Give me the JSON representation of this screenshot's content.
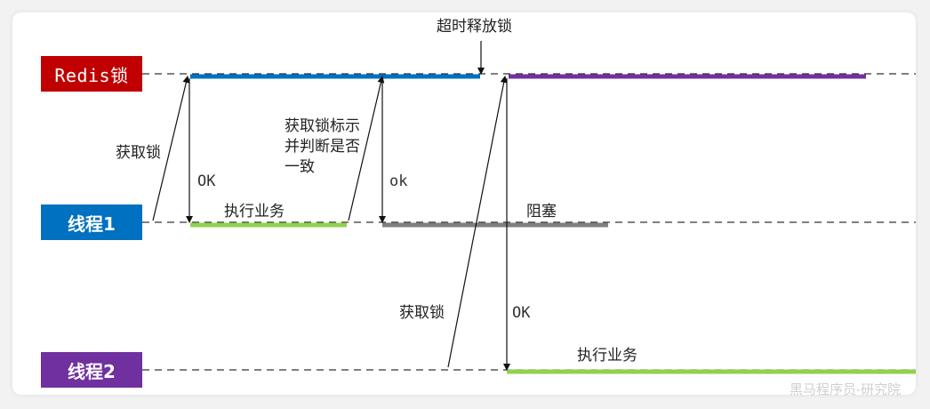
{
  "lanes": {
    "redis": {
      "label": "Redis锁",
      "color": "#c00000"
    },
    "thread1": {
      "label": "线程1",
      "color": "#0070c0"
    },
    "thread2": {
      "label": "线程2",
      "color": "#7030a0"
    }
  },
  "annotations": {
    "timeout_release": "超时释放锁",
    "acquire_lock_1": "获取锁",
    "ok_1": "OK",
    "check_lock_id": [
      "获取锁标示",
      "并判断是否",
      "一致"
    ],
    "ok_2": "ok",
    "execute_task_1": "执行业务",
    "blocked": "阻塞",
    "acquire_lock_2": "获取锁",
    "ok_3": "OK",
    "execute_task_2": "执行业务"
  },
  "colors": {
    "redis_hold_thread1": "#0070c0",
    "redis_hold_thread2": "#7030a0",
    "task_green": "#92d050",
    "blocked_gray": "#7f7f7f"
  },
  "watermark": "黑马程序员-研究院"
}
